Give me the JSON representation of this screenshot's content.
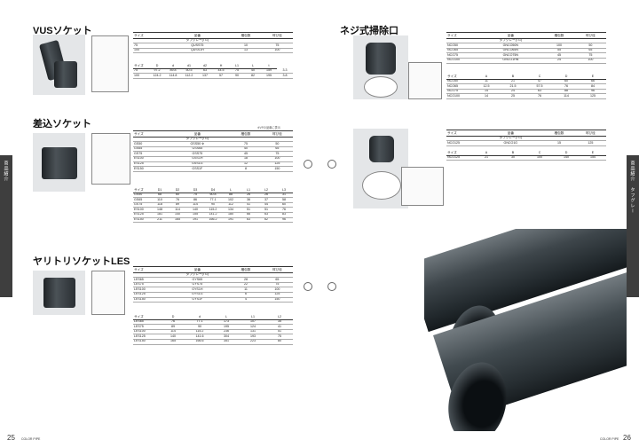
{
  "page": {
    "left_number": "25",
    "right_number": "26",
    "brand": "COLOR PIPE"
  },
  "side_tabs": {
    "left": "商品紹介",
    "right": "商品紹介　タフグレー"
  },
  "sections": {
    "vus": {
      "title": "VUSソケット",
      "table1": {
        "headers": [
          "サイズ",
          "品番",
          "梱包数",
          "呼び径"
        ],
        "sub_header": "タフグレー(TG)",
        "rows": [
          [
            "75",
            "QUSS75",
            "10",
            "75"
          ],
          [
            "100",
            "QUSS1H",
            "13",
            "100"
          ]
        ]
      },
      "table2": {
        "headers": [
          "サイズ",
          "D",
          "d",
          "d1",
          "d2",
          "H",
          "L1",
          "L",
          "t"
        ],
        "rows": [
          [
            "75",
            "97.2",
            "89.8",
            "50.5",
            "63",
            "44.5",
            "75",
            "40",
            "159",
            "3.3"
          ],
          [
            "100",
            "124.2",
            "114.8",
            "112.2",
            "137",
            "57",
            "90",
            "82",
            "195",
            "3.8"
          ]
        ]
      }
    },
    "sashikomi": {
      "title": "差込ソケット",
      "note": "※VPの品番に表示",
      "table1": {
        "headers": [
          "サイズ",
          "品番",
          "梱包数",
          "呼び径"
        ],
        "sub_header": "タフグレー(TG)",
        "rows": [
          [
            "GS50",
            "GSS50 ※",
            "75",
            "50"
          ],
          [
            "GS65",
            "GSS65",
            "40",
            "65"
          ],
          [
            "GS75",
            "GSS75",
            "45",
            "75"
          ],
          [
            "ES100",
            "GSS1H",
            "18",
            "100"
          ],
          [
            "ES125",
            "GSS1G",
            "12",
            "125"
          ],
          [
            "ES150",
            "GSS1F",
            "8",
            "150"
          ]
        ]
      },
      "table2": {
        "headers": [
          "サイズ",
          "D1",
          "D2",
          "D3",
          "D4",
          "L",
          "L1",
          "L2",
          "L3"
        ],
        "rows": [
          [
            "GS50",
            "68",
            "60",
            "75",
            "60.8",
            "88",
            "26",
            "26",
            "31"
          ],
          [
            "GS65",
            "110",
            "76",
            "86",
            "77.1",
            "102",
            "36",
            "37",
            "58"
          ],
          [
            "GS75",
            "118",
            "89",
            "114",
            "90",
            "112",
            "41",
            "44",
            "60"
          ],
          [
            "ES100",
            "148",
            "114",
            "140",
            "115.2",
            "134",
            "51",
            "51",
            "76"
          ],
          [
            "ES125",
            "181",
            "140",
            "155",
            "141.2",
            "180",
            "66",
            "63",
            "83"
          ],
          [
            "ES150",
            "211",
            "165",
            "191",
            "166.2",
            "191",
            "63",
            "62",
            "96"
          ]
        ]
      }
    },
    "yaritori": {
      "title": "ヤリトリソケットLES",
      "table1": {
        "headers": [
          "サイズ",
          "品番",
          "梱包数",
          "呼び径"
        ],
        "sub_header": "タフグレー(TG)",
        "rows": [
          [
            "LES65",
            "GYS65",
            "28",
            "65"
          ],
          [
            "LES75",
            "GYS75",
            "22",
            "75"
          ],
          [
            "LES100",
            "GYS1H",
            "11",
            "100"
          ],
          [
            "LES125",
            "GYS1G",
            "6",
            "125"
          ],
          [
            "LES150",
            "GYS1F",
            "4",
            "150"
          ]
        ]
      },
      "table2": {
        "headers": [
          "サイズ",
          "D",
          "d",
          "L",
          "L1",
          "L2"
        ],
        "rows": [
          [
            "LES65",
            "76",
            "77.1",
            "173",
            "107",
            "35"
          ],
          [
            "LES75",
            "89",
            "90",
            "195",
            "124",
            "41"
          ],
          [
            "LES100",
            "114",
            "115.2",
            "236",
            "131",
            "51"
          ],
          [
            "LES125",
            "140",
            "141.6",
            "304",
            "193",
            "75"
          ],
          [
            "LES150",
            "165",
            "166.6",
            "351",
            "223",
            "80"
          ]
        ]
      }
    },
    "nejishiki": {
      "title": "ネジ式掃除口",
      "table1": {
        "headers": [
          "サイズ",
          "品番",
          "梱包数",
          "呼び径"
        ],
        "sub_header": "タフグレー(TG)",
        "rows": [
          [
            "NCO50",
            "GNCO50N",
            "100",
            "50"
          ],
          [
            "NCO65",
            "GNCO65N",
            "55",
            "65"
          ],
          [
            "NCO75",
            "GNCO75N",
            "45",
            "75"
          ],
          [
            "NCO100",
            "GNCO1HN",
            "24",
            "100"
          ]
        ]
      },
      "table2": {
        "headers": [
          "サイズ",
          "A",
          "B",
          "C",
          "D",
          "E"
        ],
        "rows": [
          [
            "NCO50",
            "11",
            "21",
            "47",
            "60",
            "66"
          ],
          [
            "NCO65",
            "12.5",
            "21.5",
            "57.5",
            "76",
            "84"
          ],
          [
            "NCO75",
            "14",
            "24",
            "63",
            "88",
            "96"
          ],
          [
            "NCO100",
            "14",
            "25",
            "76",
            "114",
            "125"
          ]
        ]
      },
      "table3": {
        "headers": [
          "サイズ",
          "品番",
          "梱包数",
          "呼び径"
        ],
        "sub_header": "タフグレー(TG)",
        "rows": [
          [
            "NCO125",
            "GNCO1G",
            "15",
            "125"
          ]
        ]
      },
      "table4": {
        "headers": [
          "サイズ",
          "A",
          "B",
          "C",
          "D",
          "E"
        ],
        "rows": [
          [
            "NCO125",
            "21",
            "30",
            "100",
            "140",
            "154"
          ]
        ]
      }
    }
  }
}
